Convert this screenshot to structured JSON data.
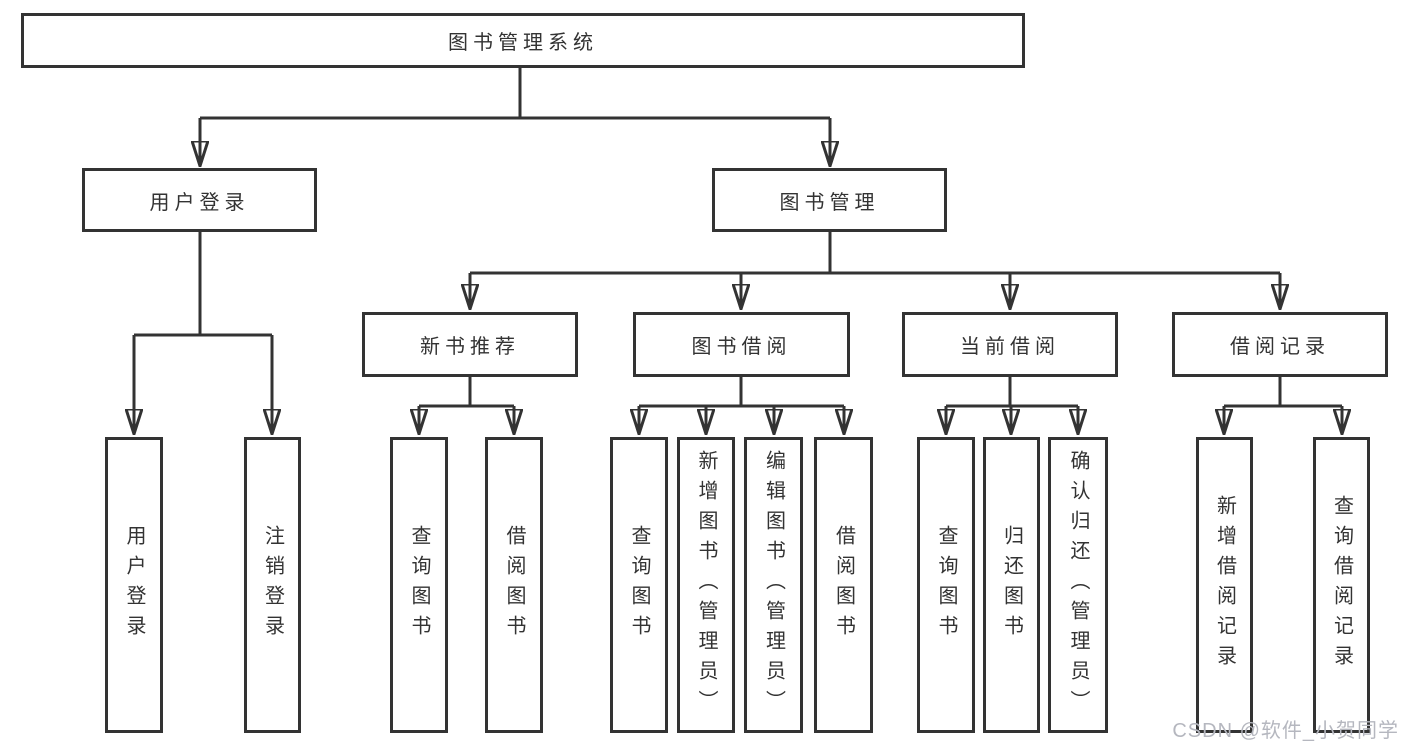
{
  "diagram": {
    "root": {
      "label": "图书管理系统"
    },
    "level2": [
      {
        "label": "用户登录",
        "children": [
          "用户登录",
          "注销登录"
        ]
      },
      {
        "label": "图书管理",
        "children": [
          "新书推荐",
          "图书借阅",
          "当前借阅",
          "借阅记录"
        ]
      }
    ],
    "level3": [
      {
        "label": "新书推荐",
        "children": [
          "查询图书",
          "借阅图书"
        ]
      },
      {
        "label": "图书借阅",
        "children": [
          "查询图书",
          "新增图书（管理员）",
          "编辑图书（管理员）",
          "借阅图书"
        ]
      },
      {
        "label": "当前借阅",
        "children": [
          "查询图书",
          "归还图书",
          "确认归还（管理员）"
        ]
      },
      {
        "label": "借阅记录",
        "children": [
          "新增借阅记录",
          "查询借阅记录"
        ]
      }
    ],
    "leaves": [
      {
        "parent": "用户登录",
        "label": "用户登录"
      },
      {
        "parent": "用户登录",
        "label": "注销登录"
      },
      {
        "parent": "新书推荐",
        "label": "查询图书"
      },
      {
        "parent": "新书推荐",
        "label": "借阅图书"
      },
      {
        "parent": "图书借阅",
        "label": "查询图书"
      },
      {
        "parent": "图书借阅",
        "label": "新增图书（管理员）"
      },
      {
        "parent": "图书借阅",
        "label": "编辑图书（管理员）"
      },
      {
        "parent": "图书借阅",
        "label": "借阅图书"
      },
      {
        "parent": "当前借阅",
        "label": "查询图书"
      },
      {
        "parent": "当前借阅",
        "label": "归还图书"
      },
      {
        "parent": "当前借阅",
        "label": "确认归还（管理员）"
      },
      {
        "parent": "借阅记录",
        "label": "新增借阅记录"
      },
      {
        "parent": "借阅记录",
        "label": "查询借阅记录"
      }
    ]
  },
  "watermark": {
    "text": "CSDN @软件_小贺同学"
  },
  "colors": {
    "line": "#333333",
    "text": "#333333",
    "box_fill": "#ffffff",
    "background": "#ffffff",
    "watermark": "#b5b7bf"
  }
}
